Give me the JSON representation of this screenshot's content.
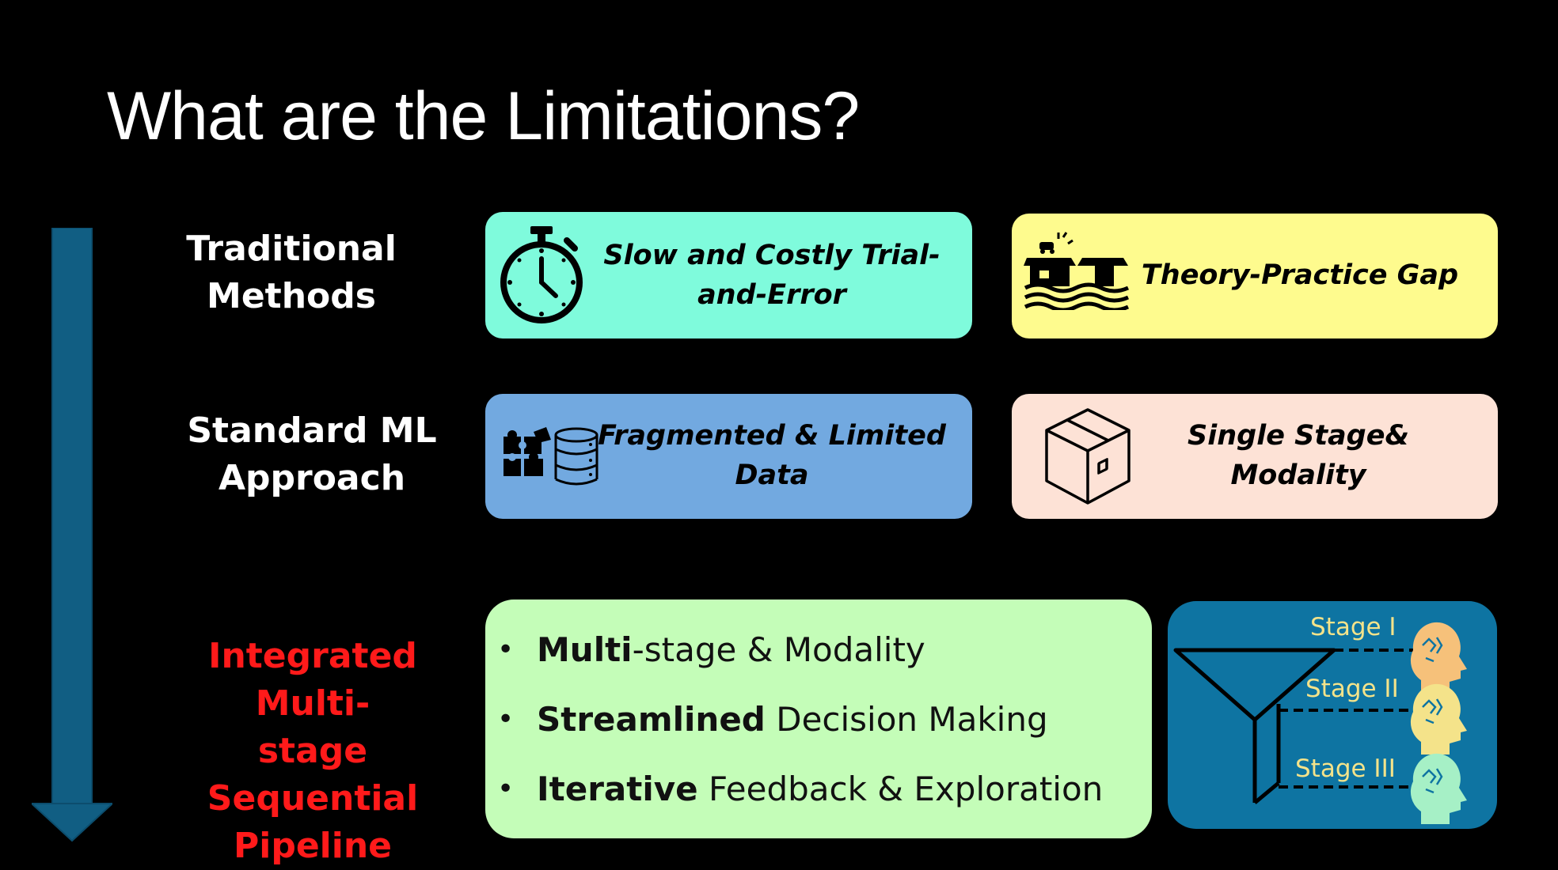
{
  "slide": {
    "title": "What are the Limitations?"
  },
  "rows": [
    {
      "label_line1": "Traditional",
      "label_line2": "Methods",
      "color": "#ffffff"
    },
    {
      "label_line1": "Standard ML",
      "label_line2": "Approach",
      "color": "#ffffff"
    },
    {
      "label_line1": "Integrated Multi-",
      "label_line2": "stage Sequential",
      "label_line3": "Pipeline",
      "color": "#ff1a1a"
    }
  ],
  "boxes": {
    "trial_error": {
      "line1": "Slow and Costly Trial-",
      "line2": "and-Error",
      "color": "#7ffbdc",
      "icon": "stopwatch-icon"
    },
    "theory_gap": {
      "line1": "Theory-Practice Gap",
      "color": "#fefb8e",
      "icon": "flood-house-icon"
    },
    "fragmented": {
      "line1": "Fragmented & Limited",
      "line2": "Data",
      "color": "#72a9e0",
      "icon": "puzzle-database-icon"
    },
    "single_stage": {
      "line1": "Single Stage&",
      "line2": "Modality",
      "color": "#fde2d6",
      "icon": "box-icon"
    }
  },
  "solution": {
    "color": "#c4fdb8",
    "bullets": [
      {
        "bold": "Multi",
        "rest": "-stage & Modality"
      },
      {
        "bold": "Streamlined",
        "rest": " Decision Making"
      },
      {
        "bold": "Iterative",
        "rest": " Feedback & Exploration"
      }
    ]
  },
  "pipeline": {
    "color": "#0e74a2",
    "stages": [
      "Stage I",
      "Stage II",
      "Stage III"
    ],
    "head_colors": [
      "#f6c17a",
      "#f4e38a",
      "#a6f0c6"
    ]
  },
  "arrow_color": "#115e83"
}
